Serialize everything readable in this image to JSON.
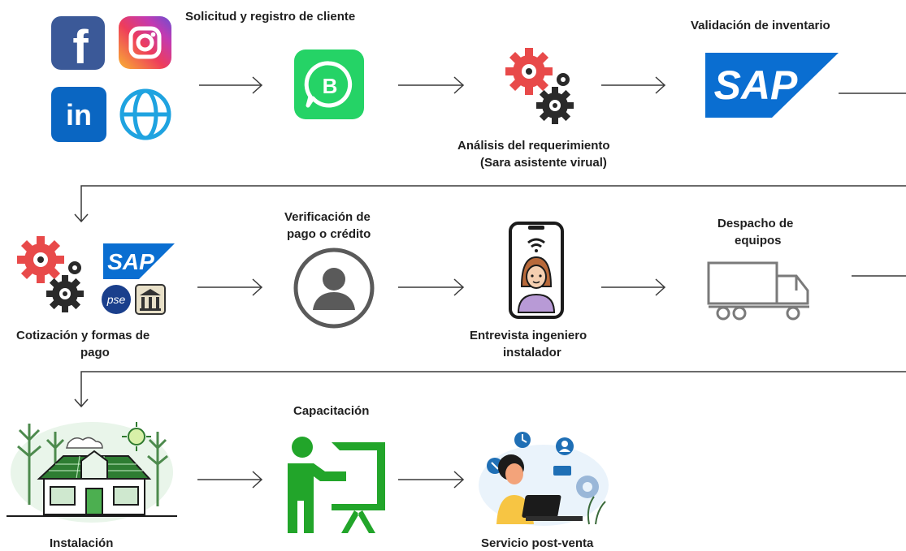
{
  "steps": {
    "solicitud": "Solicitud y registro de cliente",
    "validacion": "Validación de inventario",
    "analisis_1": "Análisis del requerimiento",
    "analisis_2": "(Sara asistente virual)",
    "verificacion_1": "Verificación de",
    "verificacion_2": "pago o crédito",
    "despacho_1": "Despacho de",
    "despacho_2": "equipos",
    "cotizacion_1": "Cotización y formas de",
    "cotizacion_2": "pago",
    "entrevista_1": "Entrevista ingeniero",
    "entrevista_2": "instalador",
    "capacitacion": "Capacitación",
    "instalacion": "Instalación",
    "postventa": "Servicio post-venta"
  },
  "logos": {
    "sap": "SAP",
    "pse": "pse",
    "linkedin": "in",
    "facebook": "f",
    "whatsapp_business": "B"
  },
  "colors": {
    "facebook": "#3b5998",
    "linkedin": "#0a66c2",
    "globe": "#1fa3e0",
    "whatsapp": "#25d366",
    "sap": "#0a6ed1",
    "gear_red": "#e84a4a",
    "gear_dark": "#2a2a2a",
    "capacitacion_green": "#22a52a",
    "arrow": "#333333"
  }
}
